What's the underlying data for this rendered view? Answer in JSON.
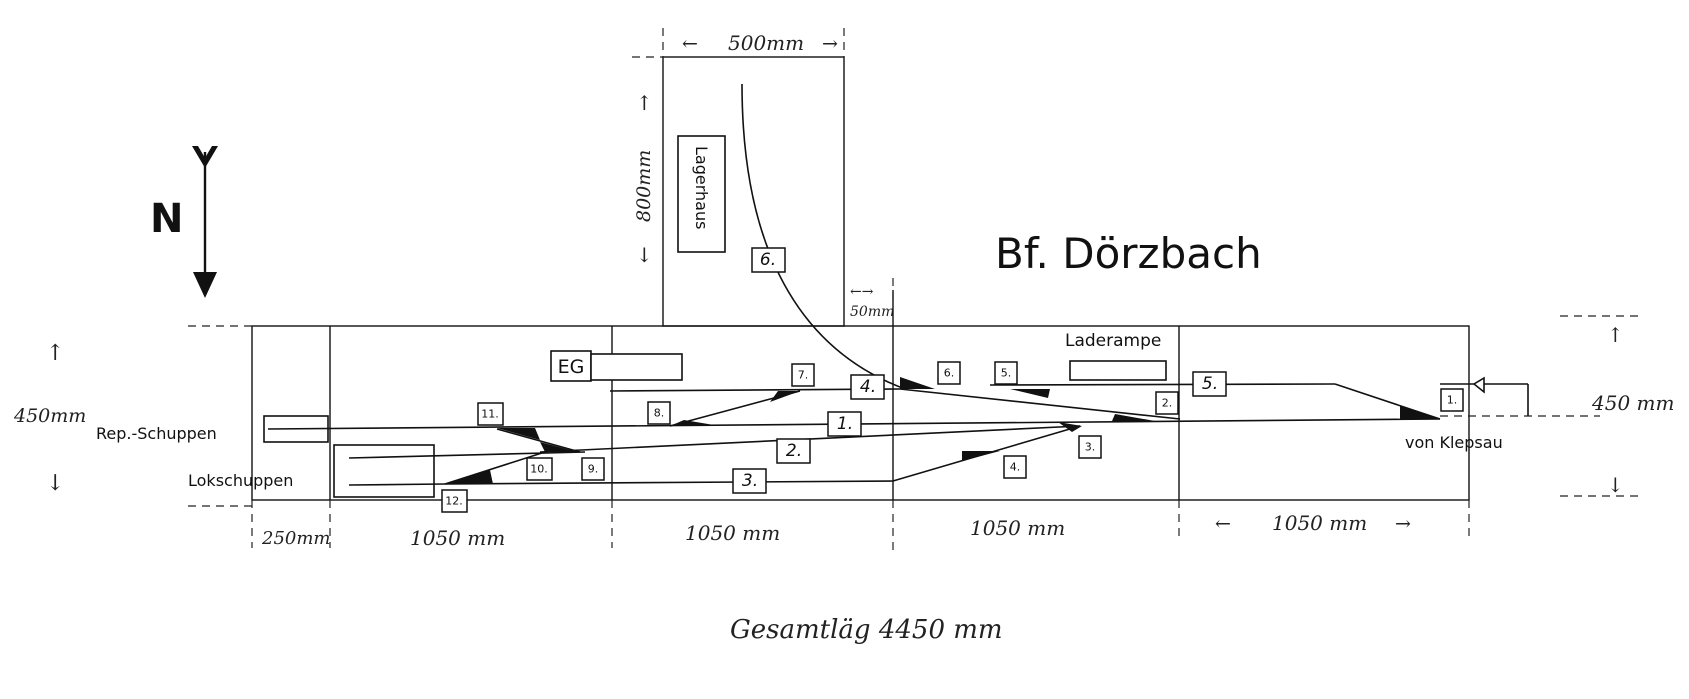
{
  "title": "Bf. Dörzbach",
  "compass": "N",
  "buildings": {
    "lagerhaus": "Lagerhaus",
    "eg": "EG",
    "laderampe": "Laderampe",
    "rep_schuppen": "Rep.-Schuppen",
    "lokschuppen": "Lokschuppen"
  },
  "direction_label": "von Klepsau",
  "dimensions": {
    "top_width": "500mm",
    "top_height": "800mm",
    "offset": "50mm",
    "height_left": "450mm",
    "height_right": "450 mm",
    "seg_250": "250mm",
    "seg_1": "1050 mm",
    "seg_2": "1050 mm",
    "seg_3": "1050 mm",
    "seg_4": "1050 mm",
    "total": "Gesamtläg   4450 mm"
  },
  "tracks": [
    "1.",
    "2.",
    "3.",
    "4.",
    "5.",
    "6."
  ],
  "switches": [
    "1.",
    "2.",
    "3.",
    "4.",
    "6.",
    "5.",
    "7.",
    "8.",
    "9.",
    "10.",
    "11.",
    "12."
  ]
}
